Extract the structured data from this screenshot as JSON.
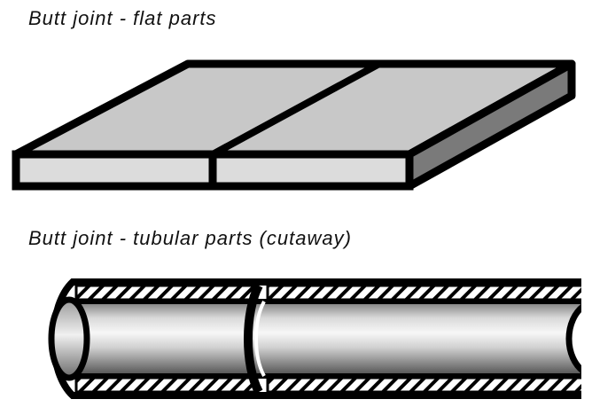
{
  "captions": {
    "flat": "Butt joint - flat parts",
    "tubular": "Butt joint - tubular parts (cutaway)"
  },
  "colors": {
    "outline": "#000000",
    "plate_top": "#c8c8c8",
    "plate_front": "#dcdcdc",
    "plate_side": "#7a7a7a",
    "tube_light": "#f2f2f2",
    "tube_dark": "#6e6e6e",
    "background": "#ffffff"
  },
  "icons": {
    "flat_parts": "flat-butt-joint-illustration",
    "tubular_parts": "tubular-butt-joint-cutaway-illustration"
  }
}
